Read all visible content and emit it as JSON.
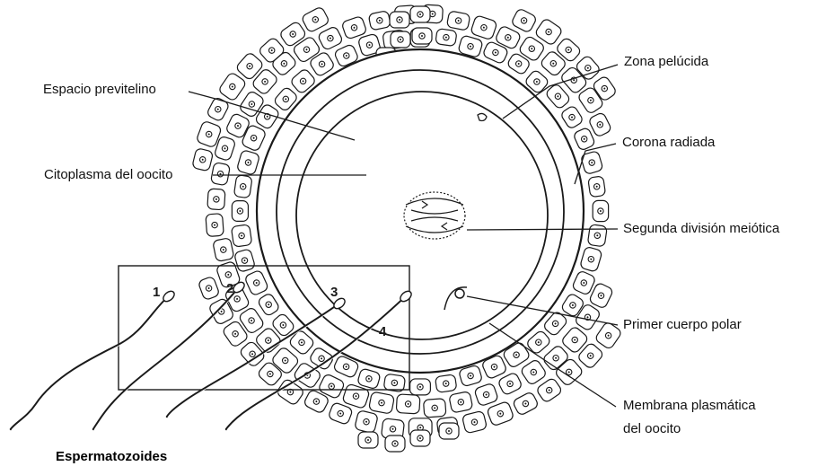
{
  "labels": {
    "zona_pelucida": "Zona pelúcida",
    "espacio_previtelino": "Espacio previtelino",
    "corona_radiada": "Corona radiada",
    "citoplasma": "Citoplasma del oocito",
    "segunda_division": "Segunda división meiótica",
    "primer_cuerpo_polar": "Primer cuerpo polar",
    "membrana_line1": "Membrana plasmática",
    "membrana_line2": "del oocito"
  },
  "stage_numbers": [
    "1",
    "2",
    "3",
    "4"
  ],
  "caption": "Espermatozoides",
  "colors": {
    "ink": "#1a1a1a",
    "background": "#ffffff"
  }
}
